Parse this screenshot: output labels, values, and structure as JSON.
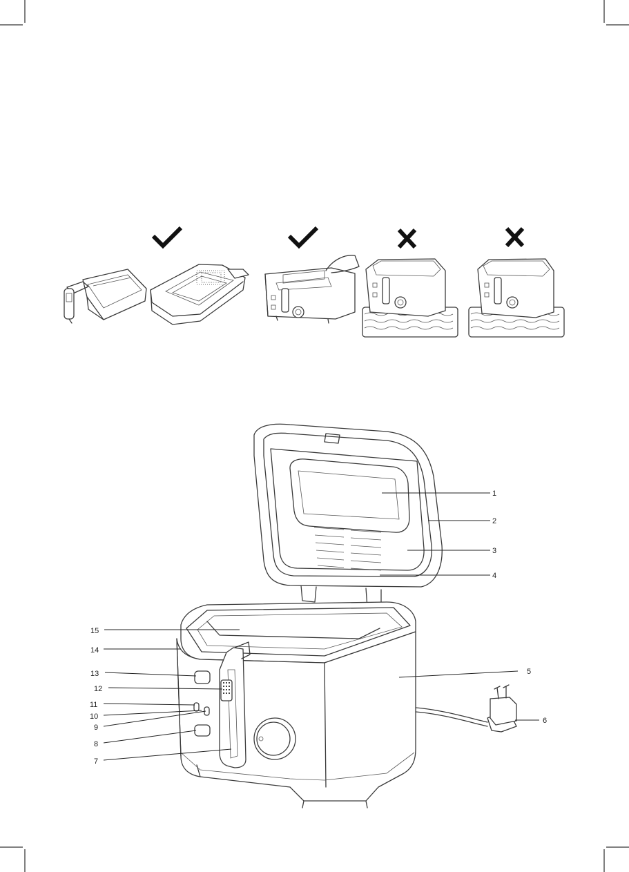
{
  "usage_row": {
    "items": [
      {
        "name": "basket",
        "mark": "check"
      },
      {
        "name": "lid",
        "mark": "check"
      },
      {
        "name": "fryer-closed",
        "mark": "check"
      },
      {
        "name": "fryer-submerged-1",
        "mark": "cross"
      },
      {
        "name": "fryer-submerged-2",
        "mark": "cross"
      }
    ]
  },
  "parts_diagram": {
    "labels": {
      "p1": "1",
      "p2": "2",
      "p3": "3",
      "p4": "4",
      "p5": "5",
      "p6": "6",
      "p7": "7",
      "p8": "8",
      "p9": "9",
      "p10": "10",
      "p11": "11",
      "p12": "12",
      "p13": "13",
      "p14": "14",
      "p15": "15"
    }
  },
  "colors": {
    "line": "#3a3a3a",
    "mark": "#111111"
  }
}
